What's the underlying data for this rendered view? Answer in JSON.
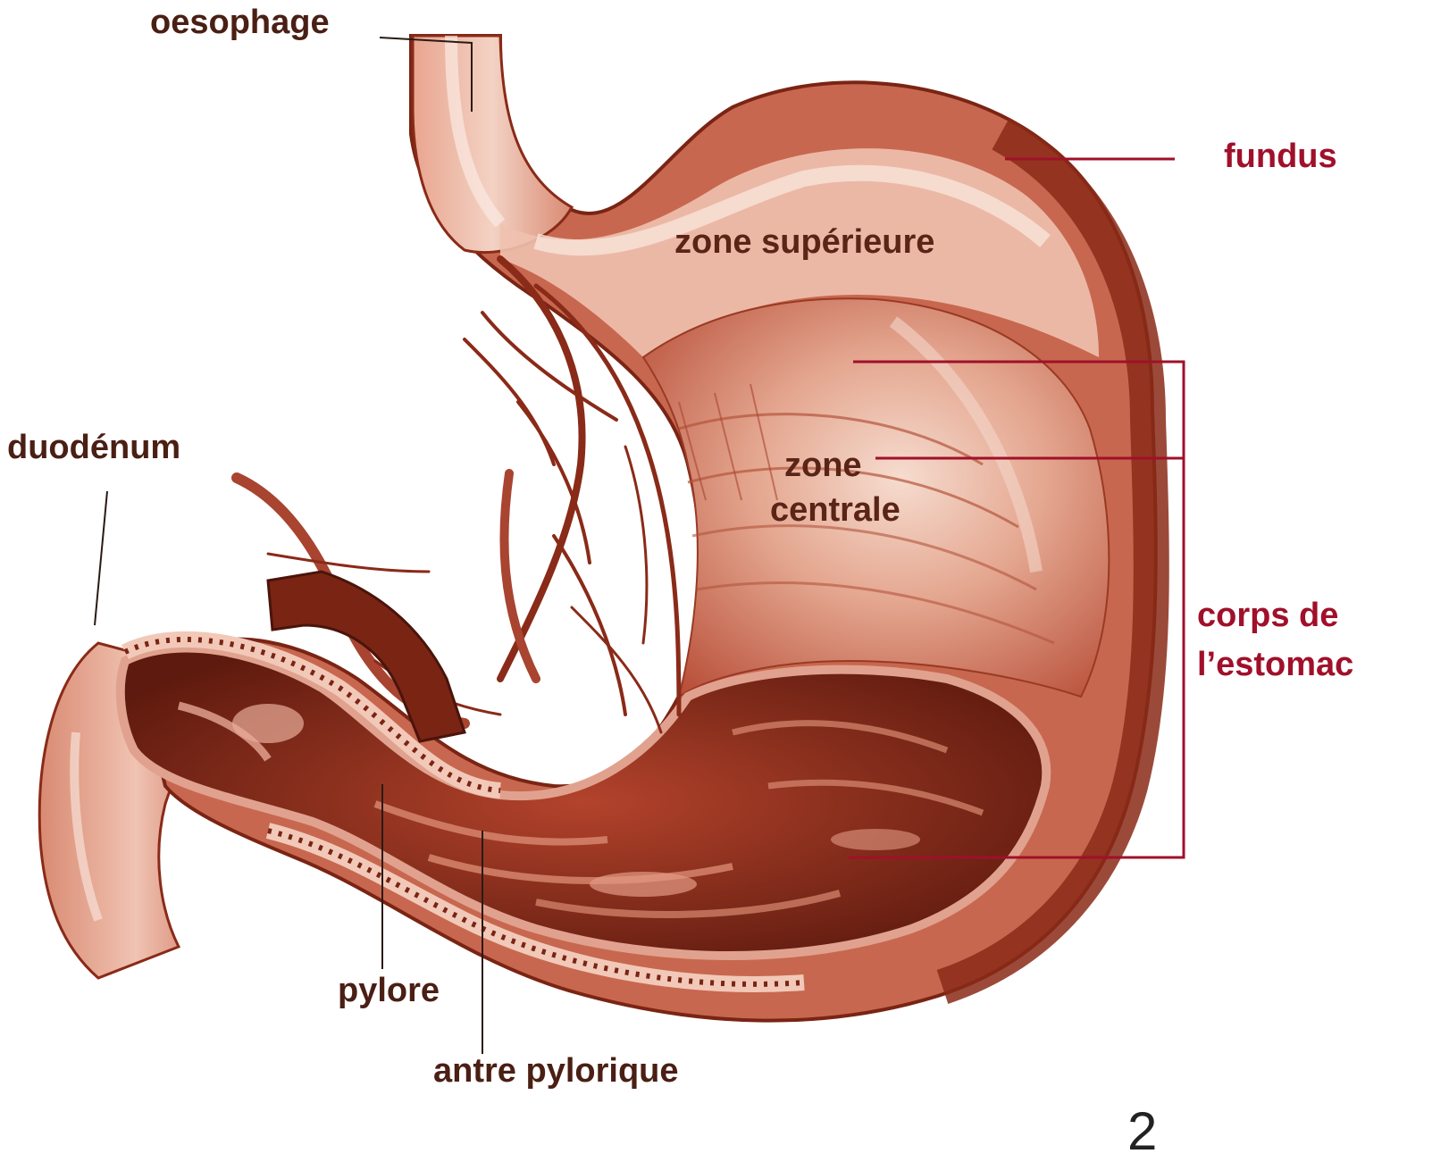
{
  "labels": {
    "oesophage": "oesophage",
    "fundus": "fundus",
    "zone_superieure": "zone supérieure",
    "duodenum": "duodénum",
    "zone_centrale_1": "zone",
    "zone_centrale_2": "centrale",
    "corps_1": "corps de",
    "corps_2": "l’estomac",
    "pylore": "pylore",
    "antre": "antre pylorique"
  },
  "page_number": "2",
  "colors": {
    "accent_red": "#a0102a",
    "stomach_base": "#c8674f",
    "stomach_dark": "#8a2a18",
    "stomach_light": "#f2c9b8",
    "interior_dark": "#5e1a0e",
    "label_dark": "#4a1f14"
  },
  "illustration": "stomach-anatomy"
}
